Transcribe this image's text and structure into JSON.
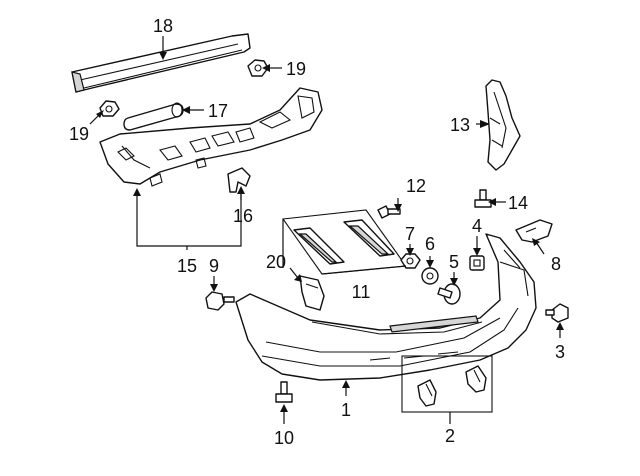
{
  "diagram": {
    "callouts": [
      {
        "id": "c1",
        "label": "1"
      },
      {
        "id": "c2",
        "label": "2"
      },
      {
        "id": "c3",
        "label": "3"
      },
      {
        "id": "c4",
        "label": "4"
      },
      {
        "id": "c5",
        "label": "5"
      },
      {
        "id": "c6",
        "label": "6"
      },
      {
        "id": "c7",
        "label": "7"
      },
      {
        "id": "c8",
        "label": "8"
      },
      {
        "id": "c9",
        "label": "9"
      },
      {
        "id": "c10",
        "label": "10"
      },
      {
        "id": "c11",
        "label": "11"
      },
      {
        "id": "c12",
        "label": "12"
      },
      {
        "id": "c13",
        "label": "13"
      },
      {
        "id": "c14",
        "label": "14"
      },
      {
        "id": "c15",
        "label": "15"
      },
      {
        "id": "c16",
        "label": "16"
      },
      {
        "id": "c17",
        "label": "17"
      },
      {
        "id": "c18",
        "label": "18"
      },
      {
        "id": "c19a",
        "label": "19"
      },
      {
        "id": "c19b",
        "label": "19"
      },
      {
        "id": "c20",
        "label": "20"
      }
    ]
  }
}
